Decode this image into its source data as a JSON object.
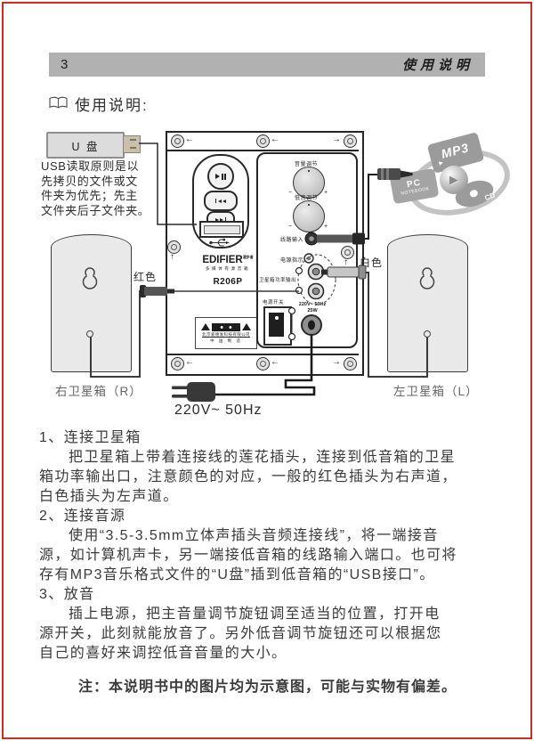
{
  "page": {
    "number": "3",
    "header_title": "使用说明",
    "section_heading": "使用说明:"
  },
  "usb_drive": {
    "label": "U 盘",
    "note_lines": [
      "USB读取原则是以",
      "先拷贝的文件或文",
      "件夹为优先；先主",
      "文件夹后子文件夹。"
    ]
  },
  "panel": {
    "brand": "EDIFIER",
    "brand_suffix": "漫步者",
    "brand_subtitle": "多媒体有源音箱",
    "model": "R206P",
    "volume_label": "音量调节",
    "bass_label": "低音调节",
    "line_in_label": "线路输入",
    "power_led_label": "电源指示",
    "sat_output_label": "卫星箱功率输出",
    "power_switch_label": "电源开关",
    "rating_line1": "220V~ 50Hz",
    "rating_line2": "25W",
    "cert_company": "北京爱德发科技有限公司",
    "cert_origin": "中 国 制 造"
  },
  "cables": {
    "red_label": "红色",
    "white_label": "白色",
    "mains_text": "220V~ 50Hz"
  },
  "speakers": {
    "right_label": "右卫星箱（R）",
    "left_label": "左卫星箱（L）"
  },
  "sources": {
    "mp3": "MP3",
    "pc": "PC",
    "notebook": "NOTEBOOK",
    "cd": "CD"
  },
  "icons": {
    "arrow_left": "←",
    "arrow_right": "→",
    "arrow_up": "↑",
    "play": "▶",
    "minus": "−",
    "plus": "+"
  },
  "instructions": {
    "lines": [
      "1、连接卫星箱",
      "把卫星箱上带着连接线的莲花插头，连接到低音箱的卫星",
      "箱功率输出口，注意颜色的对应，一般的红色插头为右声道，",
      "白色插头为左声道。",
      "2、连接音源",
      "使用“3.5-3.5mm立体声插头音频连接线”，将一端接音",
      "源，如计算机声卡，另一端接低音箱的线路输入端口。也可将",
      "存有MP3音乐格式文件的“U盘”插到低音箱的“USB接口”。",
      "3、放音",
      "插上电源，把主音量调节旋钮调至适当的位置，打开电",
      "源开关，此刻就能放音了。另外低音调节旋钮还可以根据您",
      "自己的喜好来调控低音音量的大小。"
    ],
    "note": "注：本说明书中的图片均为示意图，可能与实物有偏差。"
  }
}
